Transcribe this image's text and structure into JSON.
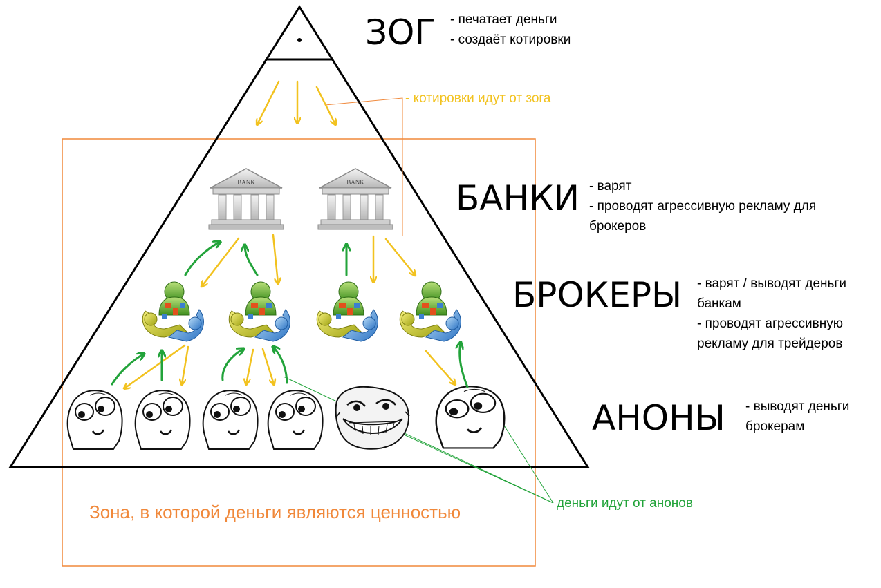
{
  "levels": {
    "zog": {
      "title": "ЗОГ",
      "lines": [
        "- печатает деньги",
        "- создаёт котировки"
      ]
    },
    "banks": {
      "title": "БАНКИ",
      "lines": [
        "- варят",
        "- проводят агрессивную рекламу для",
        "брокеров"
      ]
    },
    "brokers": {
      "title": "БРОКЕРЫ",
      "lines": [
        "- варят / выводят деньги",
        "банкам",
        "- проводят агрессивную",
        "рекламу для трейдеров"
      ]
    },
    "anons": {
      "title": "АНОНЫ",
      "lines": [
        "- выводят деньги",
        "брокерам"
      ]
    }
  },
  "bank_sign": "BANK",
  "annotations": {
    "quotes": "- котировки идут от зога",
    "money": "деньги идут от анонов",
    "zone": "Зона, в которой деньги являются ценностью"
  },
  "colors": {
    "quotes_arrow": "#f2c21f",
    "money_arrow": "#22a33a",
    "zone": "#f0883a",
    "money_line": "#22a33a"
  },
  "icons": {
    "bank": "bank-building-icon",
    "broker": "metatrader-logo-icon",
    "anon": "rage-face-icon",
    "troll": "trollface-icon"
  }
}
